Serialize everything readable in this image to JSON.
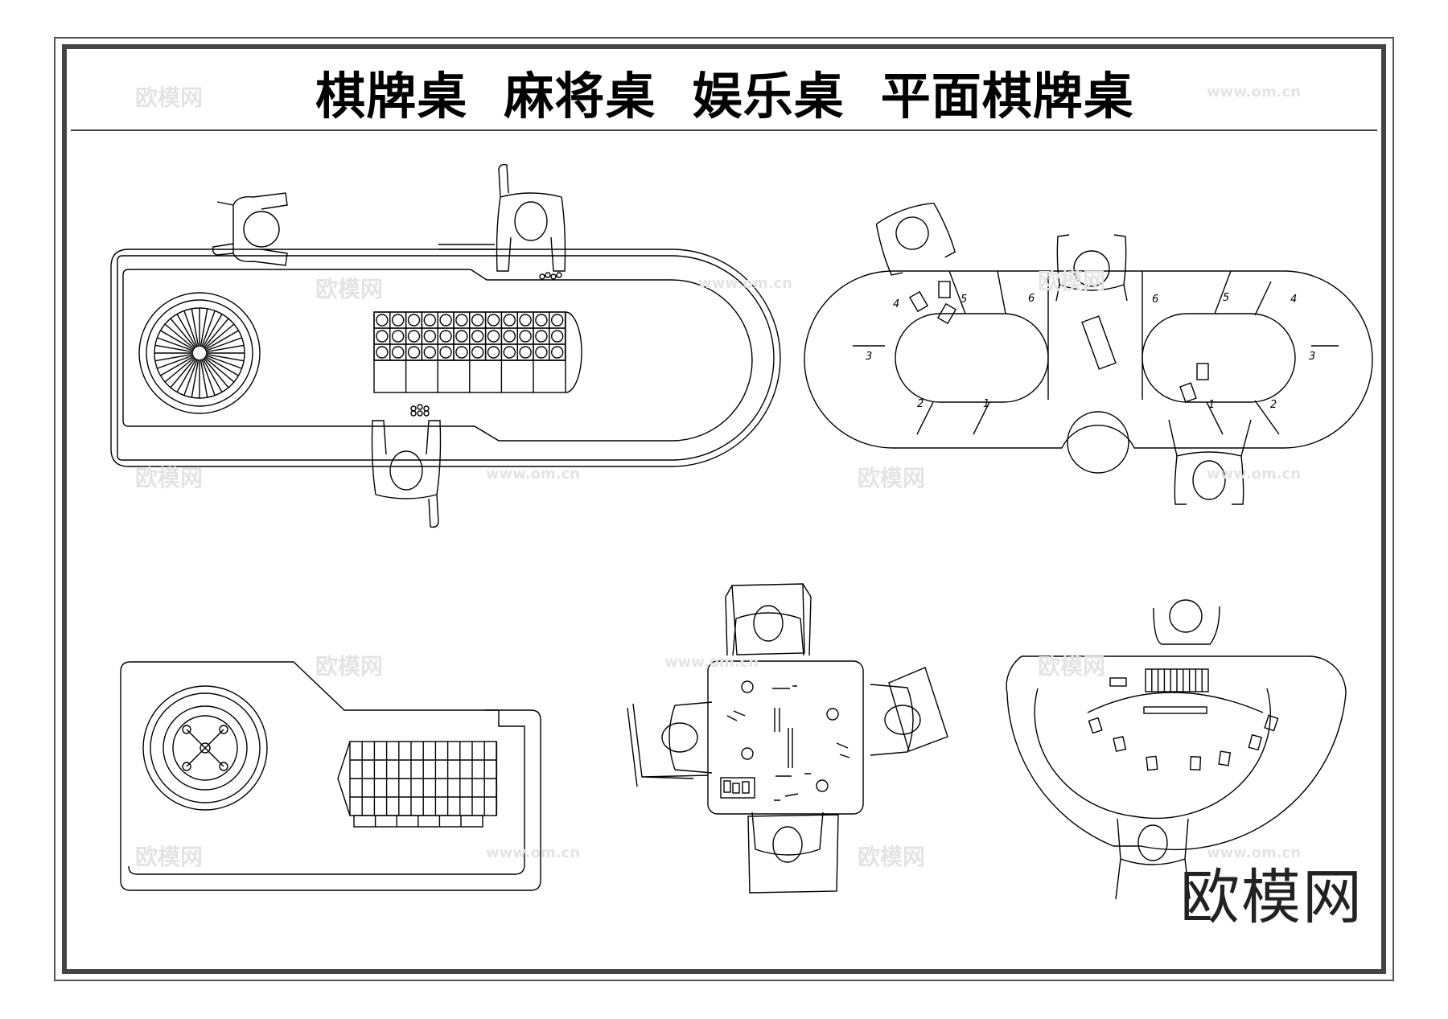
{
  "title": "棋牌桌  麻将桌  娱乐桌  平面棋牌桌",
  "brand": "欧模网",
  "watermark": {
    "cn": "欧模网",
    "url": "www.om.cn"
  },
  "layout_labels": {
    "left_numbers": [
      "4",
      "5",
      "6",
      "3",
      "2",
      "1"
    ],
    "right_numbers": [
      "6",
      "5",
      "4",
      "3",
      "2",
      "1"
    ]
  },
  "colors": {
    "line": "#000000",
    "background": "#ffffff",
    "frame": "#555555",
    "watermark": "#e4e4e4"
  }
}
